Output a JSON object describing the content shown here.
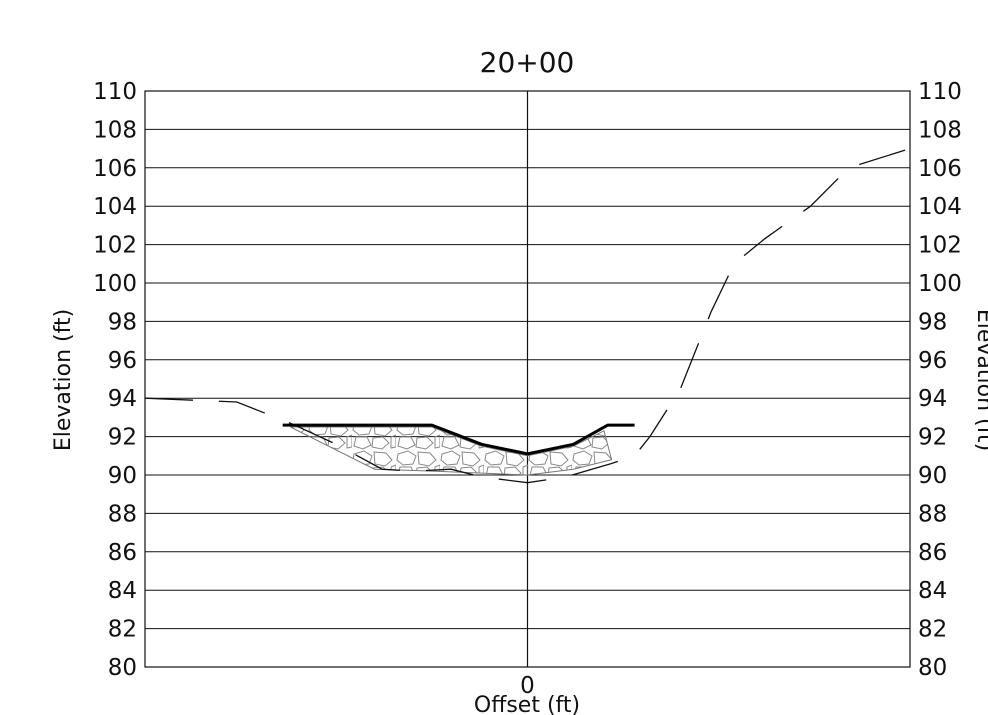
{
  "chart_data": {
    "type": "line",
    "title": "20+00",
    "xlabel": "Offset (ft)",
    "ylabel": "Elevation (ft)",
    "right_ylabel": "Elevation (ft)",
    "xlim": [
      -50,
      50
    ],
    "ylim": [
      80,
      110
    ],
    "x_ticks": [
      0
    ],
    "y_ticks": [
      80,
      82,
      84,
      86,
      88,
      90,
      92,
      94,
      96,
      98,
      100,
      102,
      104,
      106,
      108,
      110
    ],
    "grid": "horizontal",
    "series": [
      {
        "style": "dashed-thin",
        "x": [
          -50,
          -38,
          -31,
          -25,
          -19,
          -15,
          -10,
          -6,
          0,
          5,
          11,
          14,
          16,
          20,
          24,
          27,
          31,
          37,
          42,
          50
        ],
        "y": [
          94,
          93.8,
          92.7,
          91.6,
          90.3,
          90.2,
          90.3,
          89.9,
          89.6,
          89.9,
          90.6,
          91.0,
          92.0,
          94.5,
          98.5,
          101.0,
          102.3,
          104.0,
          106.0,
          107.0
        ]
      },
      {
        "style": "thick",
        "x": [
          -32,
          -12.5,
          -6,
          0,
          6,
          10.5,
          14
        ],
        "y": [
          92.6,
          92.6,
          91.6,
          91.1,
          91.6,
          92.6,
          92.6
        ]
      },
      {
        "style": "riprap-fill",
        "x": [
          -31,
          -12.5,
          -6,
          0,
          6,
          10,
          11,
          6,
          0,
          -6,
          -12,
          -20,
          -26
        ],
        "y": [
          92.5,
          92.5,
          91.5,
          91.0,
          91.5,
          92.3,
          90.8,
          90.3,
          90.0,
          90.1,
          90.2,
          90.3,
          91.5
        ]
      }
    ]
  }
}
